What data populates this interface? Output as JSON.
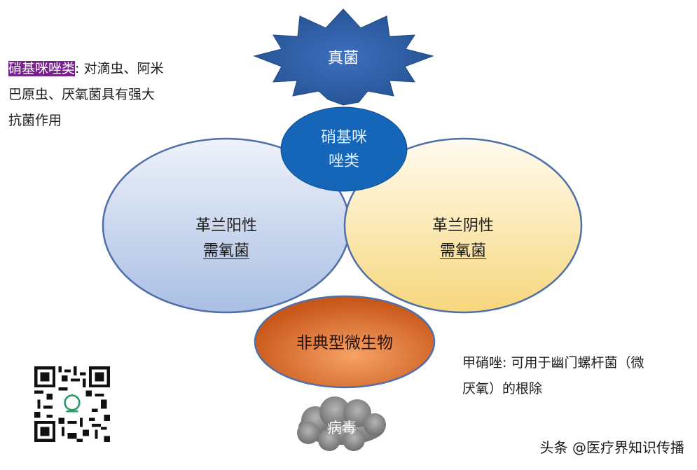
{
  "diagram": {
    "nodes": {
      "fungi": {
        "label": "真菌",
        "shape": "starburst",
        "color": "#2f5ea8"
      },
      "nitroimidazole": {
        "line1": "硝基咪",
        "line2": "唑类",
        "shape": "ellipse",
        "color": "#1565b8"
      },
      "gram_positive": {
        "line1": "革兰阳性",
        "line2": "需氧菌",
        "shape": "ellipse",
        "color": "#b8c8e6"
      },
      "gram_negative": {
        "line1": "革兰阴性",
        "line2": "需氧菌",
        "shape": "ellipse",
        "color": "#fbe4a6"
      },
      "atypical": {
        "label": "非典型微生物",
        "shape": "ellipse",
        "color": "#e07a2e"
      },
      "virus": {
        "label": "病毒",
        "shape": "cloud",
        "color": "#8a8a8a"
      }
    },
    "notes": {
      "top_left": {
        "highlight": "硝基咪唑类",
        "highlight_color": "#7a1f8e",
        "line1_rest": ": 对滴虫、阿米",
        "line2": "巴原虫、厌氧菌具有强大",
        "line3": "抗菌作用"
      },
      "bottom_right": {
        "line1": "甲硝唑: 可用于幽门螺杆菌（微",
        "line2": "厌氧）的根除"
      }
    },
    "qr_code": {
      "alt": "qr-code"
    },
    "watermark": "头条 @医疗界知识传播"
  }
}
